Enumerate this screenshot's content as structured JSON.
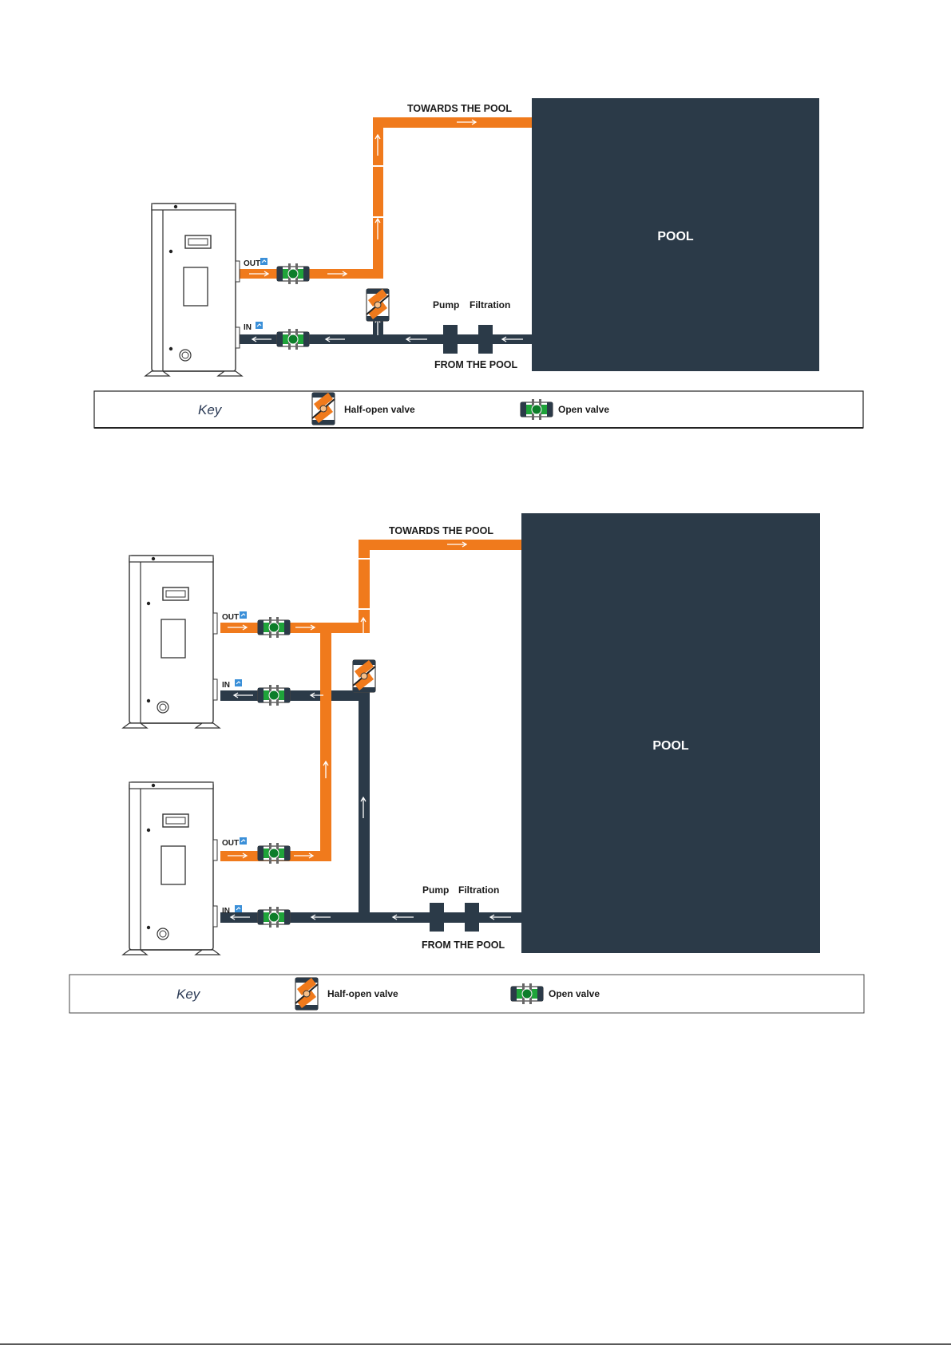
{
  "colors": {
    "hot_pipe": "#f07a1c",
    "cold_pipe": "#2b3a48",
    "pool": "#2b3a48",
    "valve_green": "#1fa33a",
    "valve_orange": "#f07a1c"
  },
  "diagram1": {
    "pool_label": "POOL",
    "towards_label": "TOWARDS THE POOL",
    "from_label": "FROM THE POOL",
    "pump_label": "Pump",
    "filtration_label": "Filtration",
    "out_label": "OUT",
    "in_label": "IN",
    "key": {
      "title": "Key",
      "half_open_label": "Half-open valve",
      "open_label": "Open valve"
    }
  },
  "diagram2": {
    "pool_label": "POOL",
    "towards_label": "TOWARDS THE POOL",
    "from_label": "FROM THE POOL",
    "pump_label": "Pump",
    "filtration_label": "Filtration",
    "unit1_out_label": "OUT",
    "unit1_in_label": "IN",
    "unit2_out_label": "OUT",
    "unit2_in_label": "IN",
    "key": {
      "title": "Key",
      "half_open_label": "Half-open valve",
      "open_label": "Open valve"
    }
  }
}
